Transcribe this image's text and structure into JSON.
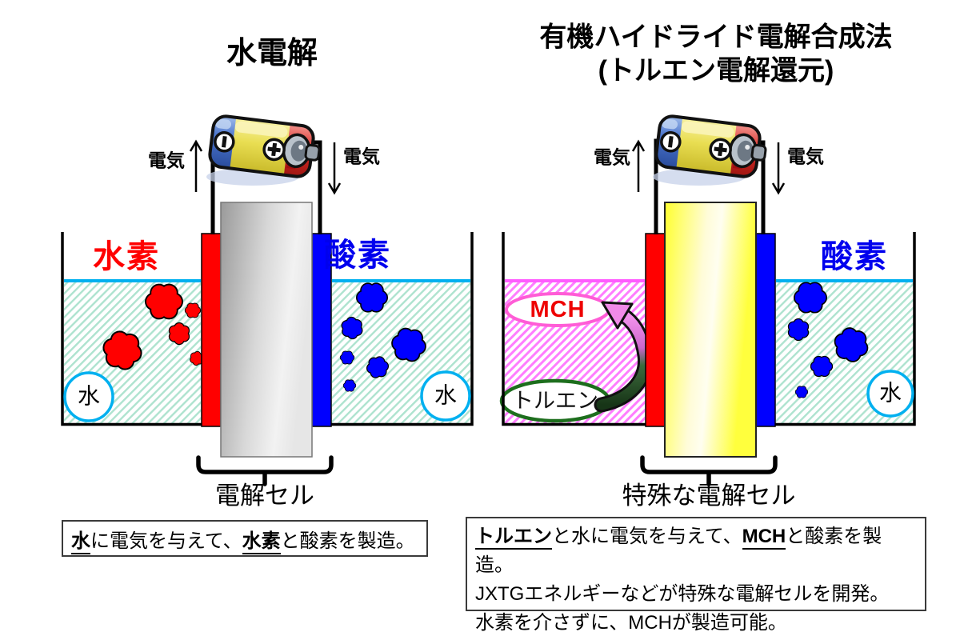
{
  "colors": {
    "hydrogen_red": "#ff0000",
    "oxygen_blue": "#0000ee",
    "water_line_cyan": "#00b0f0",
    "toluene_side_pink": "#ff5cff",
    "teal_hatch": "#aee3cf",
    "mch_text_red": "#ee0000",
    "mch_ring_pink": "#ff5cd6",
    "toluene_ring_green": "#1d6e1d",
    "cell_gray": "#d8d8d8",
    "special_cell_yellow": "#ffff33"
  },
  "left_diagram": {
    "title": "水電解",
    "electricity_left": "電気",
    "electricity_right": "電気",
    "hydrogen_label": "水素",
    "oxygen_label": "酸素",
    "water_label_left": "水",
    "water_label_right": "水",
    "cell_label": "電解セル",
    "caption": {
      "water": "水",
      "mid": "に電気を与えて、",
      "hydrogen": "水素",
      "end": "と酸素を製造。"
    }
  },
  "right_diagram": {
    "title_line1": "有機ハイドライド電解合成法",
    "title_line2": "(トルエン電解還元)",
    "electricity_left": "電気",
    "electricity_right": "電気",
    "oxygen_label": "酸素",
    "water_label": "水",
    "mch_label": "MCH",
    "toluene_label": "トルエン",
    "cell_label": "特殊な電解セル",
    "caption_line1": {
      "toluene": "トルエン",
      "mid": "と水に電気を与えて、",
      "mch": "MCH",
      "end": "と酸素を製造。"
    },
    "caption_line2": "JXTGエネルギーなどが特殊な電解セルを開発。",
    "caption_line3": "水素を介さずに、MCHが製造可能。"
  }
}
